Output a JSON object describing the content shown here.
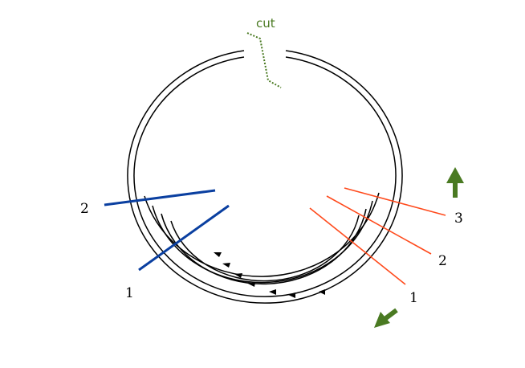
{
  "colors": {
    "ring": "#000000",
    "cut": "#4a7a22",
    "blue": "#0a3fa0",
    "red": "#ff4a1c",
    "arrow": "#4a7a22"
  },
  "labels": {
    "cut": "cut",
    "blue_1": "1",
    "blue_2": "2",
    "red_1": "1",
    "red_2": "2",
    "red_3": "3"
  },
  "icons": {
    "big_up": "arrow-up-icon",
    "big_down_left": "arrow-down-left-icon",
    "flow": "arrowhead-icon"
  }
}
